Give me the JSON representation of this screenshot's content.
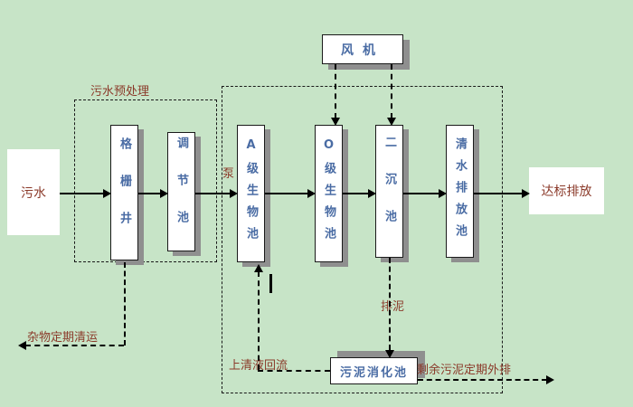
{
  "colors": {
    "background": "#c7e4c7",
    "tank_text": "#4a6ca4",
    "label_text": "#8b3a2a",
    "shadow": "#8f8f8f",
    "line": "#000000"
  },
  "nodes": {
    "influent": "污水",
    "grid_well": "格栅井",
    "regulating_tank": "调节池",
    "a_bio_tank": "A级生物池",
    "o_bio_tank": "O级生物池",
    "secondary_clarifier": "二沉池",
    "clear_water_tank": "清水排放池",
    "fan": "风机",
    "sludge_digestion_tank": "污泥消化池",
    "effluent": "达标排放"
  },
  "labels": {
    "pretreatment": "污水预处理",
    "pump": "泵",
    "debris_removal": "杂物定期清运",
    "supernatant_return": "上清液回流",
    "sludge_discharge": "排泥",
    "excess_sludge": "剩余污泥定期外排"
  }
}
